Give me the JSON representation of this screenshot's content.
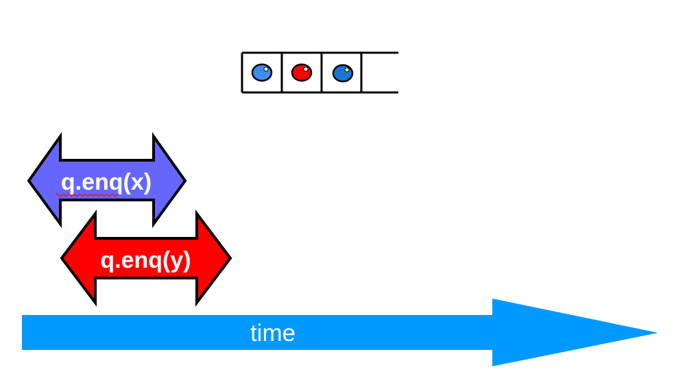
{
  "colors": {
    "enq_x_arrow": "#6666ff",
    "enq_y_arrow": "#ff0000",
    "time_arrow": "#0099ff",
    "item_blue": "#1e90ff",
    "item_red": "#ff0000",
    "item_dark_blue": "#1a7ad4",
    "outline": "#000000",
    "spell_check_underline": "#ff0000"
  },
  "queue": {
    "slots": [
      {
        "item": "blue-ball",
        "color": "#3b8ef0"
      },
      {
        "item": "red-ball",
        "color": "#ff0000"
      },
      {
        "item": "blue-ball",
        "color": "#1976d2"
      },
      {
        "item": "empty"
      }
    ]
  },
  "operations": [
    {
      "label": "q.enq(x)",
      "color": "#6666ff"
    },
    {
      "label": "q.enq(y)",
      "color": "#ff0000"
    }
  ],
  "timeline": {
    "label": "time",
    "color": "#0099ff"
  }
}
